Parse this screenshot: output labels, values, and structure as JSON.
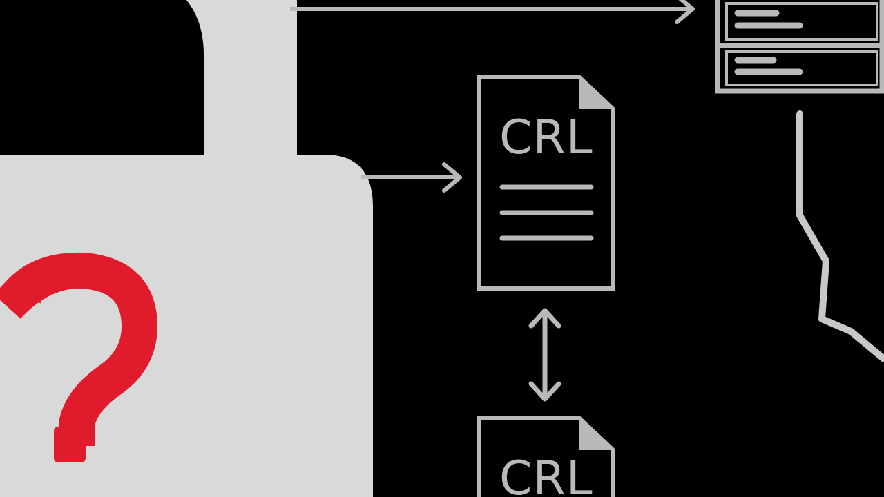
{
  "colors": {
    "background": "#000000",
    "lock_fill": "#D9D9D9",
    "question_mark": "#E01B2B",
    "line_stroke": "#B9B9B9",
    "page_fill": "#000000"
  },
  "icons": {
    "lock": "padlock-icon",
    "question": "question-mark-icon",
    "crl_document": "document-icon",
    "certificate_card": "list-card-icon",
    "broken_line": "broken-connection-line"
  },
  "crl_documents": [
    {
      "label": "CRL"
    },
    {
      "label": "CRL"
    }
  ]
}
